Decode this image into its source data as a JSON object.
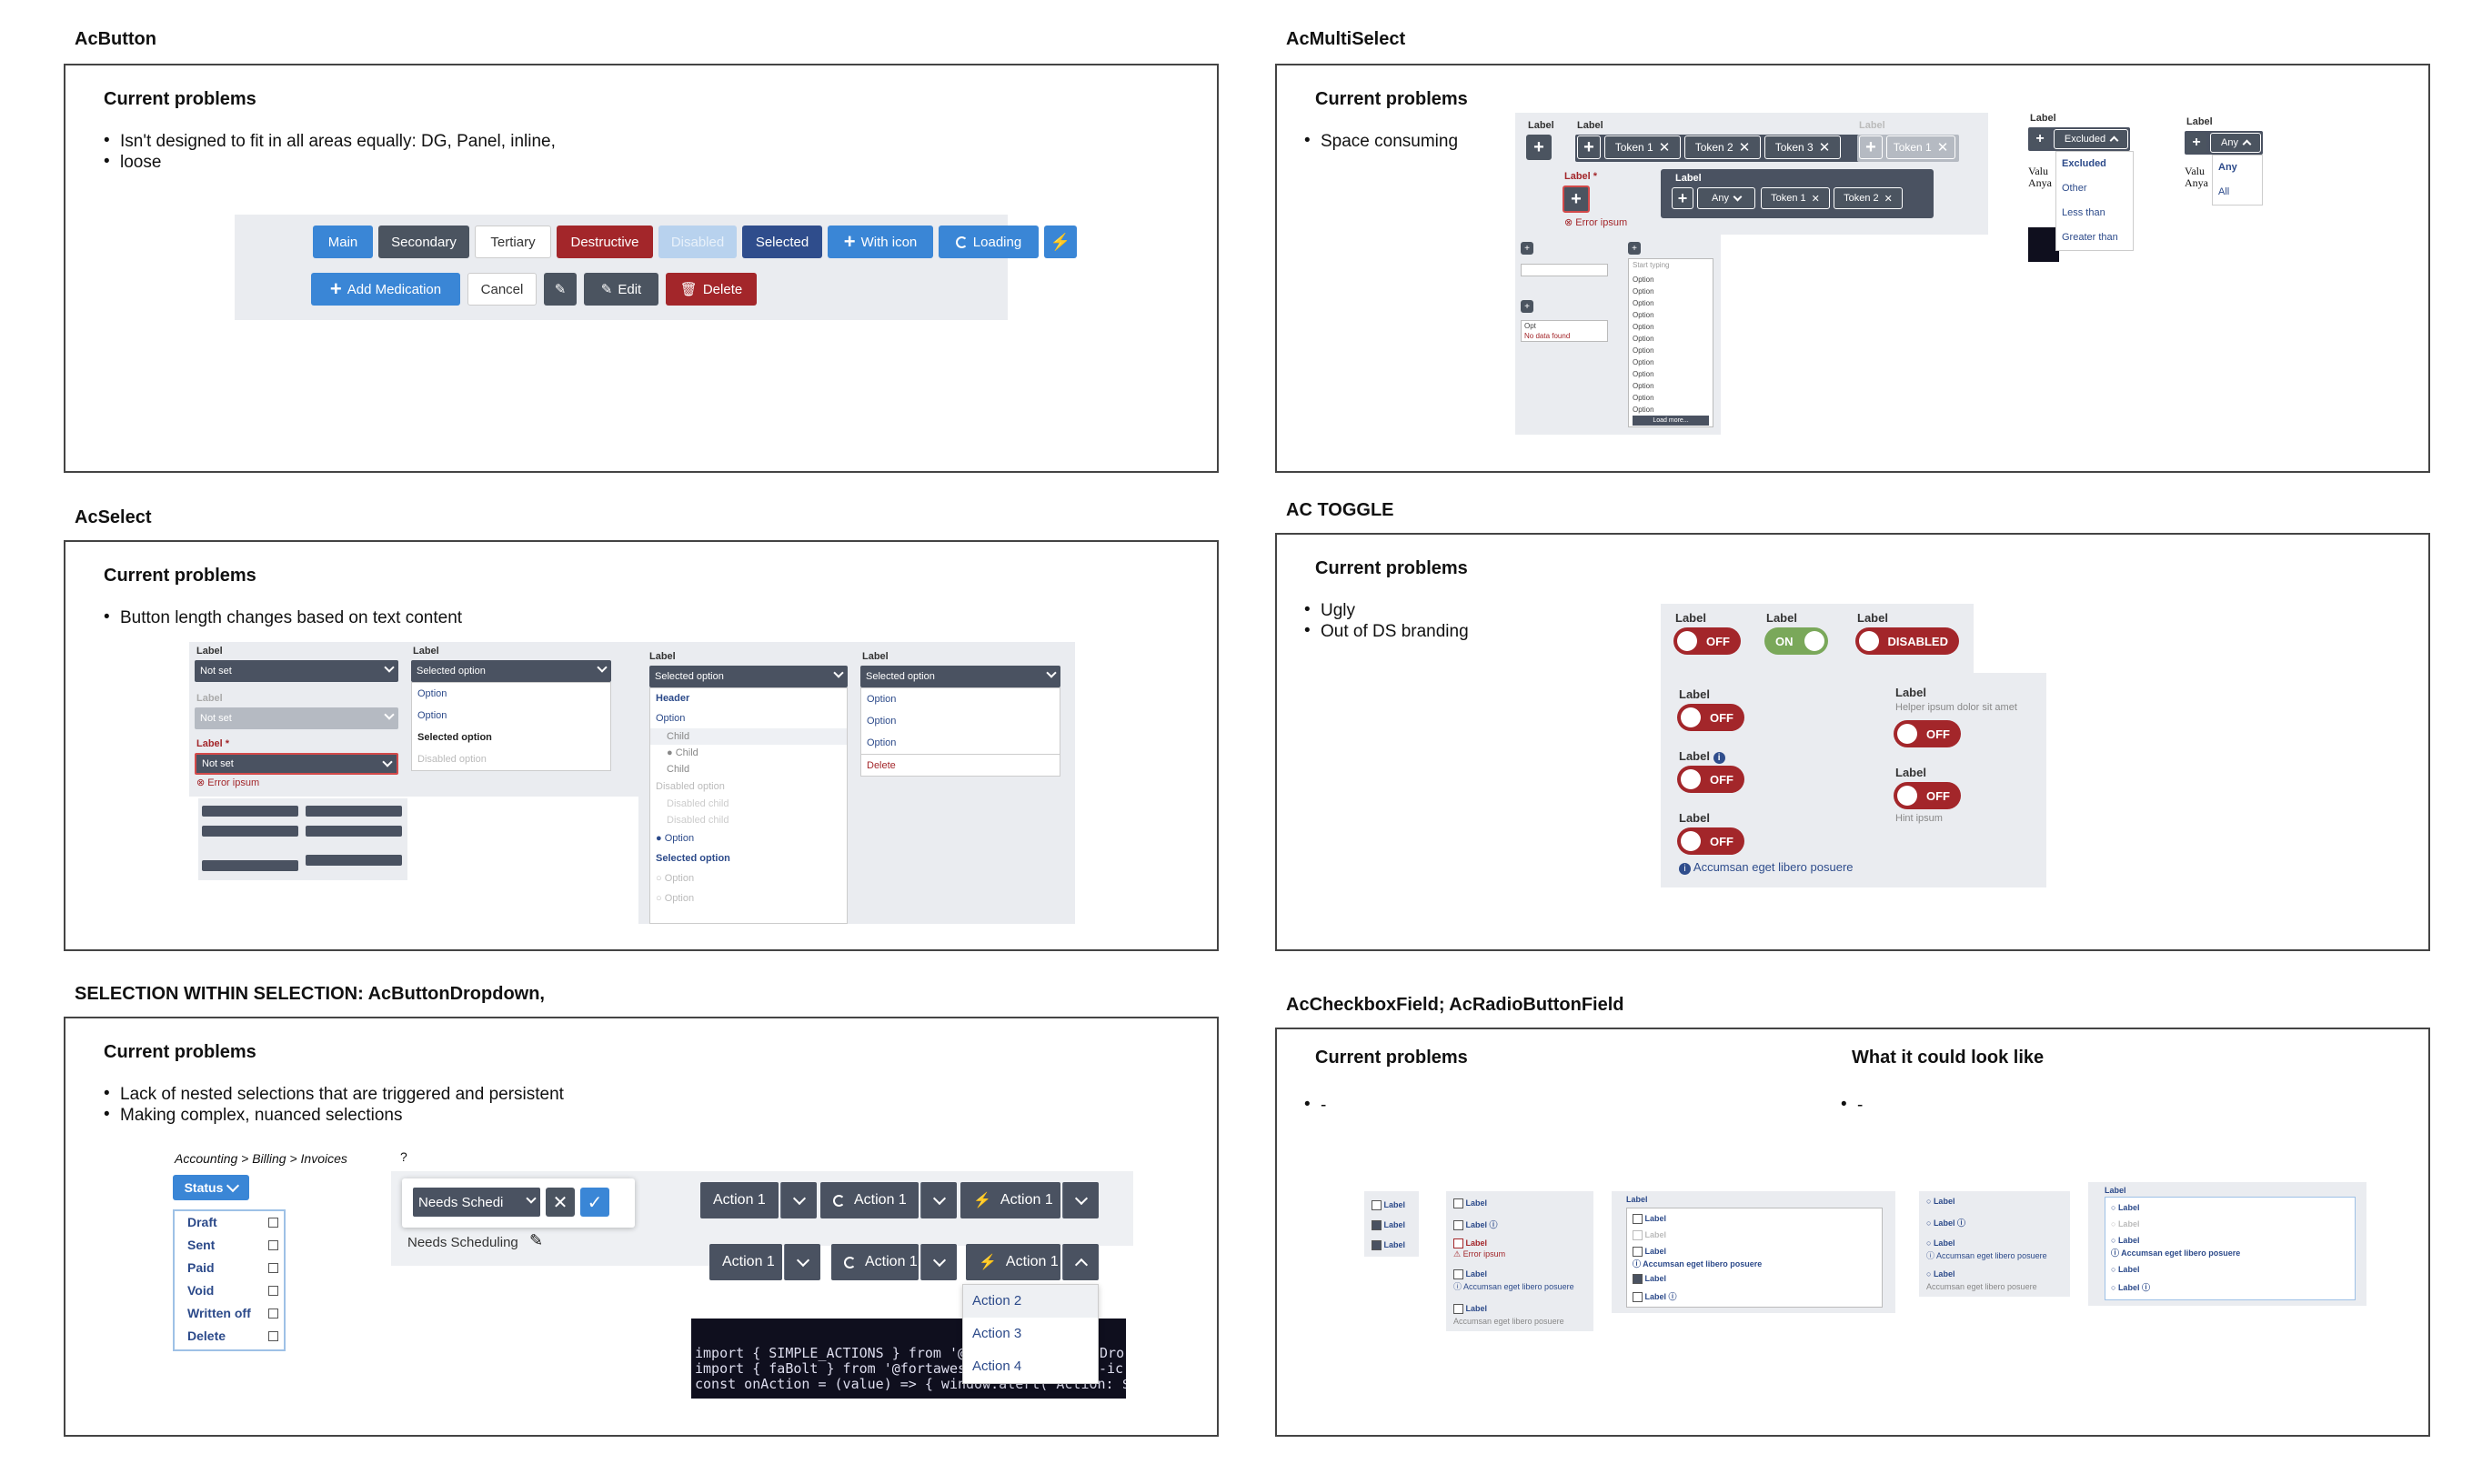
{
  "sections": {
    "acbutton": {
      "title": "AcButton",
      "problems_title": "Current problems",
      "bullets": [
        "Isn't designed to fit in all areas equally: DG, Panel, inline,",
        "loose"
      ],
      "row1": [
        "Main",
        "Secondary",
        "Tertiary",
        "Destructive",
        "Disabled",
        "Selected",
        "With icon",
        "Loading"
      ],
      "row2": [
        "Add Medication",
        "Cancel",
        "Edit",
        "Delete"
      ]
    },
    "acselect": {
      "title": "AcSelect",
      "problems_title": "Current problems",
      "bullets": [
        "Button length changes based on text content"
      ],
      "label": "Label",
      "label_required": "Label *",
      "not_set": "Not set",
      "selected_option": "Selected option",
      "error": "Error ipsum",
      "dropdown1": [
        "Option",
        "Option",
        "Selected option",
        "Disabled option"
      ],
      "dropdown2": [
        "Header",
        "Option",
        "Child",
        "Child",
        "Child",
        "Disabled option",
        "Disabled child",
        "Disabled child",
        "Option",
        "Selected option",
        "Option",
        "Option"
      ],
      "dropdown3": [
        "Option",
        "Option",
        "Option",
        "Delete"
      ]
    },
    "selection": {
      "title": "SELECTION WITHIN SELECTION: AcButtonDropdown,",
      "problems_title": "Current problems",
      "bullets": [
        "Lack of nested selections that are triggered and persistent",
        "Making complex, nuanced selections"
      ],
      "breadcrumb": "Accounting > Billing > Invoices",
      "question": "?",
      "status_label": "Status",
      "status_items": [
        "Draft",
        "Sent",
        "Paid",
        "Void",
        "Written off",
        "Delete"
      ],
      "needs_sched_select": "Needs Schedi",
      "needs_sched_text": "Needs Scheduling",
      "action_label": "Action 1",
      "menu_items": [
        "Action 2",
        "Action 3",
        "Action 4"
      ],
      "code": [
        "import { SIMPLE_ACTIONS } from '@/",
        "import { faBolt } from '@fortawesc",
        "const onAction = (value) => { window.alert(`Action: ${"
      ],
      "code_right": [
        "nDro",
        "-ic"
      ]
    },
    "acmultiselect": {
      "title": "AcMultiSelect",
      "problems_title": "Current problems",
      "bullets": [
        "Space consuming"
      ],
      "label": "Label",
      "label_required": "Label *",
      "tokens": [
        "Token 1",
        "Token 2",
        "Token 3",
        "Token 1"
      ],
      "any": "Any",
      "tokens2": [
        "Token 1",
        "Token 2"
      ],
      "error": "Error ipsum",
      "excluded": "Excluded",
      "excluded_menu": [
        "Excluded",
        "Other",
        "Less than",
        "Greater than"
      ],
      "any_menu": [
        "Any",
        "All"
      ],
      "valu": "Valu",
      "anya": "Anya",
      "options": [
        "Option",
        "Option",
        "Option",
        "Option",
        "Option",
        "Option",
        "Option",
        "Option",
        "Option",
        "Option",
        "Option",
        "Option"
      ],
      "start_typing": "Start typing",
      "load_more": "Load more...",
      "opt": "Opt",
      "no_data": "No data found"
    },
    "actoggle": {
      "title": "AC TOGGLE",
      "problems_title": "Current problems",
      "bullets": [
        "Ugly",
        "Out of DS branding"
      ],
      "label": "Label",
      "off": "OFF",
      "on": "ON",
      "disabled": "DISABLED",
      "helper": "Helper ipsum dolor sit amet",
      "hint": "Hint ipsum",
      "info": "Accumsan eget libero posuere"
    },
    "accheckbox": {
      "title": "AcCheckboxField; AcRadioButtonField",
      "problems_title": "Current problems",
      "could_title": "What it could look like",
      "bullet": "-",
      "label": "Label",
      "error": "Error ipsum",
      "info": "Accumsan eget libero posuere"
    }
  },
  "colors": {
    "blue": "#3a86d6",
    "gray": "#4b5460",
    "red": "#a3262a",
    "navy": "#2f4d8c",
    "green": "#7aa85a",
    "panel": "#eaecf0"
  }
}
